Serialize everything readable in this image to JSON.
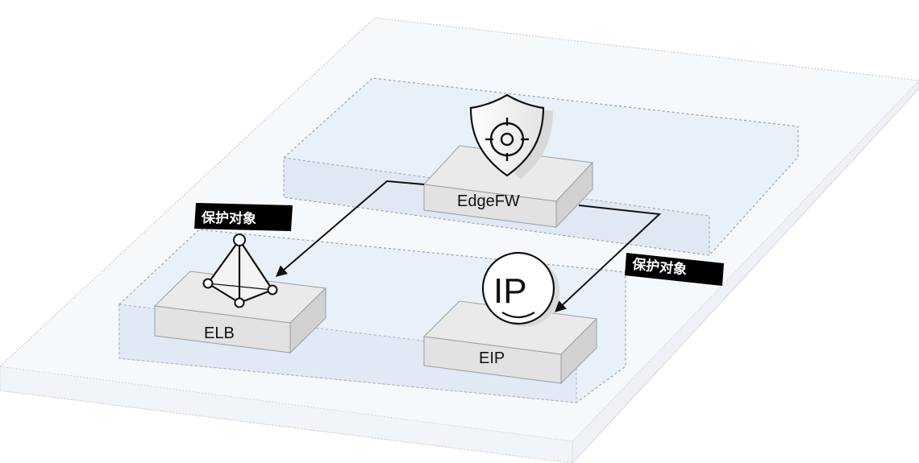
{
  "nodes": {
    "edgefw": {
      "label": "EdgeFW",
      "icon": "shield-target-icon"
    },
    "elb": {
      "label": "ELB",
      "icon": "load-balancer-pyramid-icon"
    },
    "eip": {
      "label": "EIP",
      "icon": "ip-smile-icon",
      "icon_text": "IP"
    }
  },
  "tags": {
    "elb_tag": "保护对象",
    "eip_tag": "保护对象"
  },
  "colors": {
    "outer_layer": "#f6f9fc",
    "inner_layer": "#e8f0f9",
    "block_top": "#eaeaea",
    "block_front": "#dedede",
    "tag_bg": "#000000",
    "arrow": "#111111"
  }
}
